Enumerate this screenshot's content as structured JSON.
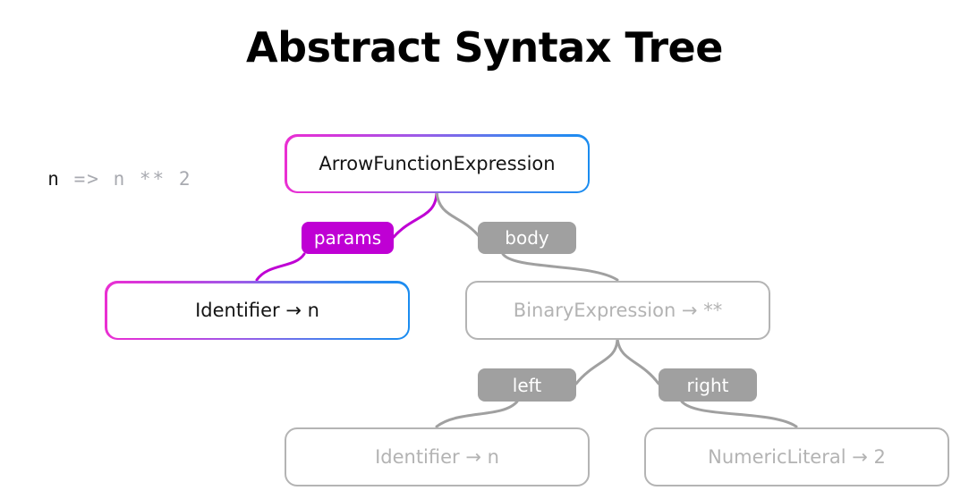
{
  "page": {
    "title": "Abstract Syntax Tree",
    "background": "#ffffff"
  },
  "code": {
    "name": "source-snippet",
    "full_text": "n => n ** 2",
    "tokens": [
      {
        "text": "n",
        "state": "active"
      },
      {
        "text": " ",
        "state": "dim"
      },
      {
        "text": "=>",
        "state": "dim"
      },
      {
        "text": " ",
        "state": "dim"
      },
      {
        "text": "n",
        "state": "dim"
      },
      {
        "text": " ",
        "state": "dim"
      },
      {
        "text": "**",
        "state": "dim"
      },
      {
        "text": " ",
        "state": "dim"
      },
      {
        "text": "2",
        "state": "dim"
      }
    ]
  },
  "colors": {
    "accent_magenta": "#ea2fd2",
    "accent_blue": "#1a8cf0",
    "label_active_bg": "#bf00d4",
    "label_dim_bg": "#a0a0a0",
    "edge_active": "#bf00d4",
    "edge_dim": "#a0a0a0",
    "node_dim_border": "#b4b4b4",
    "node_dim_text": "#b3b3b3",
    "node_active_text": "#141414",
    "code_active_text": "#1a1a1a",
    "code_dim_text": "#a8aab0",
    "title_text": "#000000"
  },
  "tree": {
    "nodes": [
      {
        "id": "root",
        "label": "ArrowFunctionExpression",
        "state": "active"
      },
      {
        "id": "params-target",
        "label": "Identifier → n",
        "state": "active"
      },
      {
        "id": "body-target",
        "label": "BinaryExpression → **",
        "state": "dim"
      },
      {
        "id": "left-target",
        "label": "Identifier → n",
        "state": "dim"
      },
      {
        "id": "right-target",
        "label": "NumericLiteral → 2",
        "state": "dim"
      }
    ],
    "edge_labels": [
      {
        "id": "params",
        "label": "params",
        "state": "active"
      },
      {
        "id": "body",
        "label": "body",
        "state": "dim"
      },
      {
        "id": "left",
        "label": "left",
        "state": "dim"
      },
      {
        "id": "right",
        "label": "right",
        "state": "dim"
      }
    ]
  }
}
